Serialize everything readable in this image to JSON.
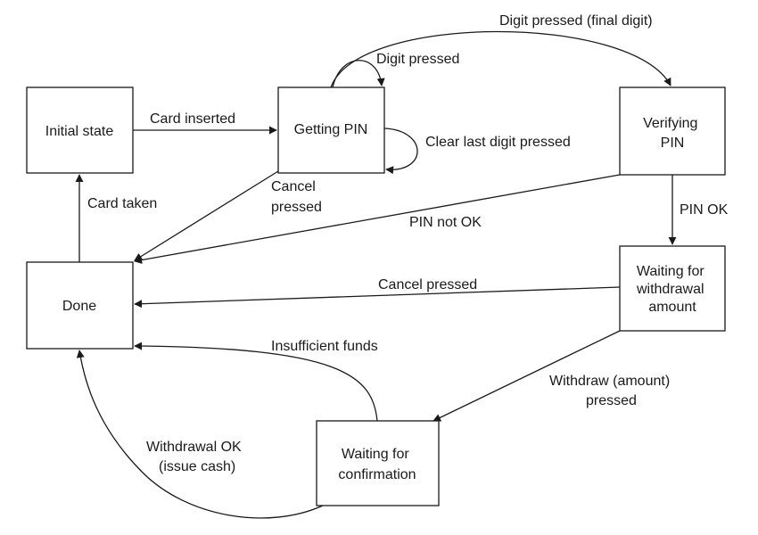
{
  "states": {
    "initial": [
      "Initial state"
    ],
    "getting_pin": [
      "Getting PIN"
    ],
    "verifying_pin": [
      "Verifying",
      "PIN"
    ],
    "done": [
      "Done"
    ],
    "waiting_amount": [
      "Waiting for",
      "withdrawal",
      "amount"
    ],
    "waiting_confirm": [
      "Waiting for",
      "confirmation"
    ]
  },
  "transitions": {
    "card_inserted": [
      "Card inserted"
    ],
    "digit_pressed": [
      "Digit pressed"
    ],
    "digit_final": [
      "Digit pressed (final digit)"
    ],
    "clear_last": [
      "Clear last digit pressed"
    ],
    "cancel_getting": [
      "Cancel",
      "pressed"
    ],
    "card_taken": [
      "Card taken"
    ],
    "pin_not_ok": [
      "PIN not OK"
    ],
    "pin_ok": [
      "PIN OK"
    ],
    "cancel_amount": [
      "Cancel pressed"
    ],
    "withdraw": [
      "Withdraw (amount)",
      "pressed"
    ],
    "insufficient": [
      "Insufficient funds"
    ],
    "withdrawal_ok": [
      "Withdrawal OK",
      "(issue cash)"
    ]
  },
  "colors": {
    "stroke": "#1a1a1a",
    "background": "#ffffff"
  }
}
